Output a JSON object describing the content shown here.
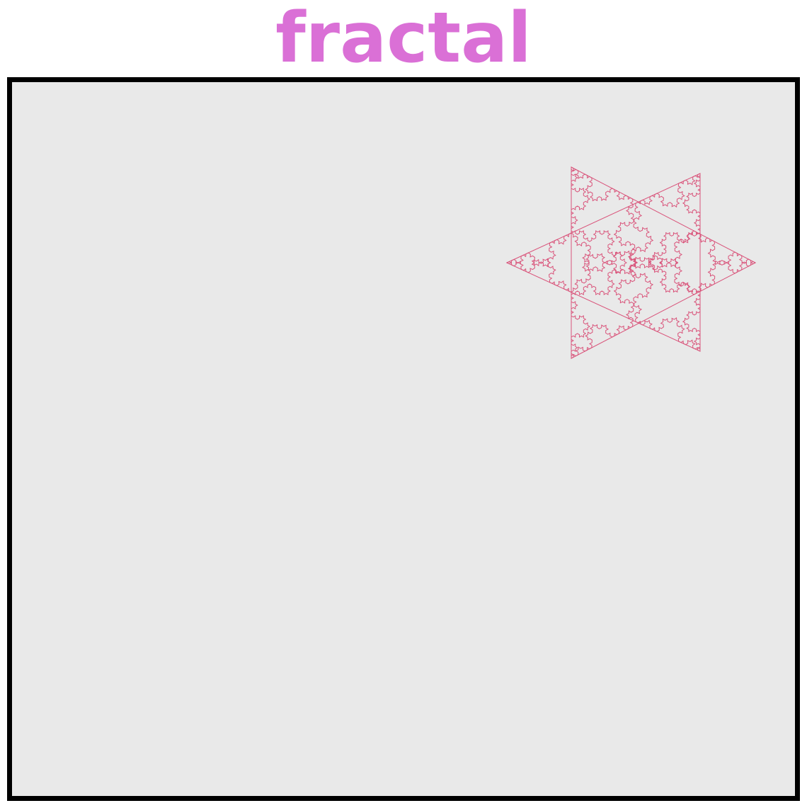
{
  "title": {
    "text": "fractal",
    "color": "#da70d6"
  },
  "canvas": {
    "background": "#e9e9e9",
    "border_color": "#000000"
  },
  "fractal": {
    "kind": "koch-star-of-david",
    "line_color": "#d9537a",
    "depth": 4
  }
}
